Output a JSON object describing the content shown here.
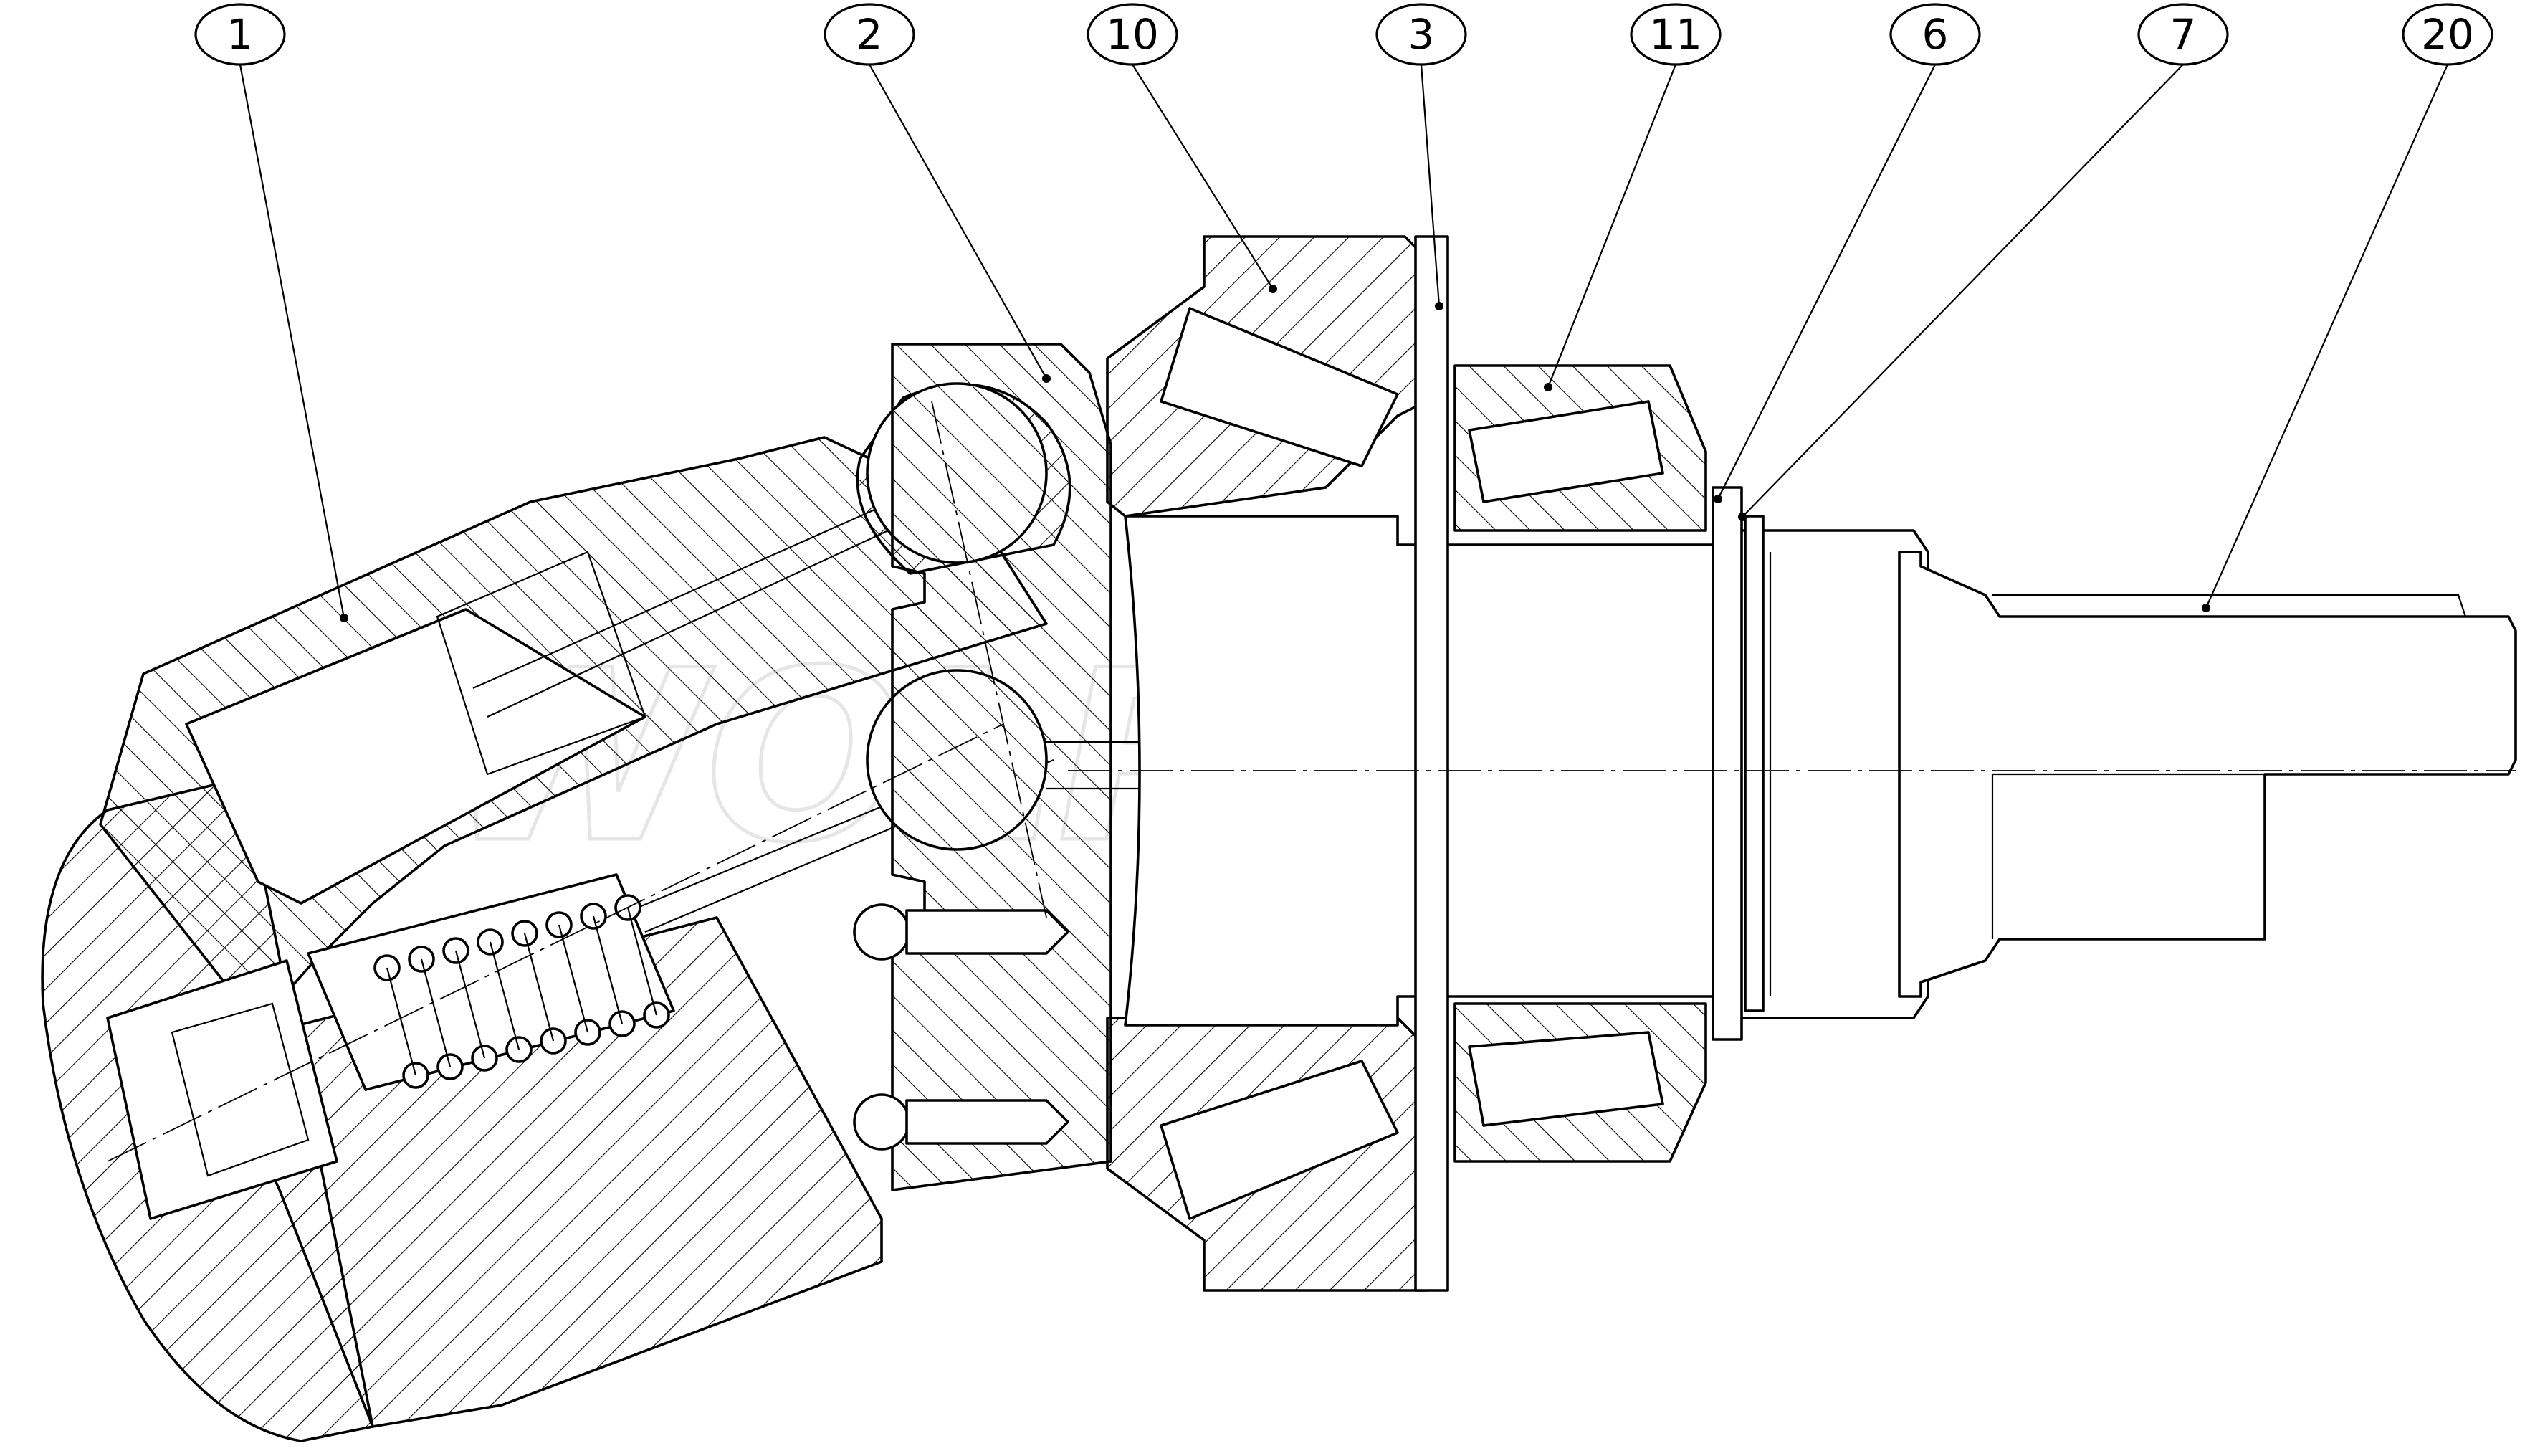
{
  "watermark": "WOLRAKO",
  "labels": [
    {
      "id": "1",
      "text": "1"
    },
    {
      "id": "2",
      "text": "2"
    },
    {
      "id": "10",
      "text": "10"
    },
    {
      "id": "3",
      "text": "3"
    },
    {
      "id": "11",
      "text": "11"
    },
    {
      "id": "6",
      "text": "6"
    },
    {
      "id": "7",
      "text": "7"
    },
    {
      "id": "20",
      "text": "20"
    }
  ],
  "colors": {
    "ink": "#000000",
    "paper": "#ffffff",
    "watermark": "#e6e6e6"
  }
}
